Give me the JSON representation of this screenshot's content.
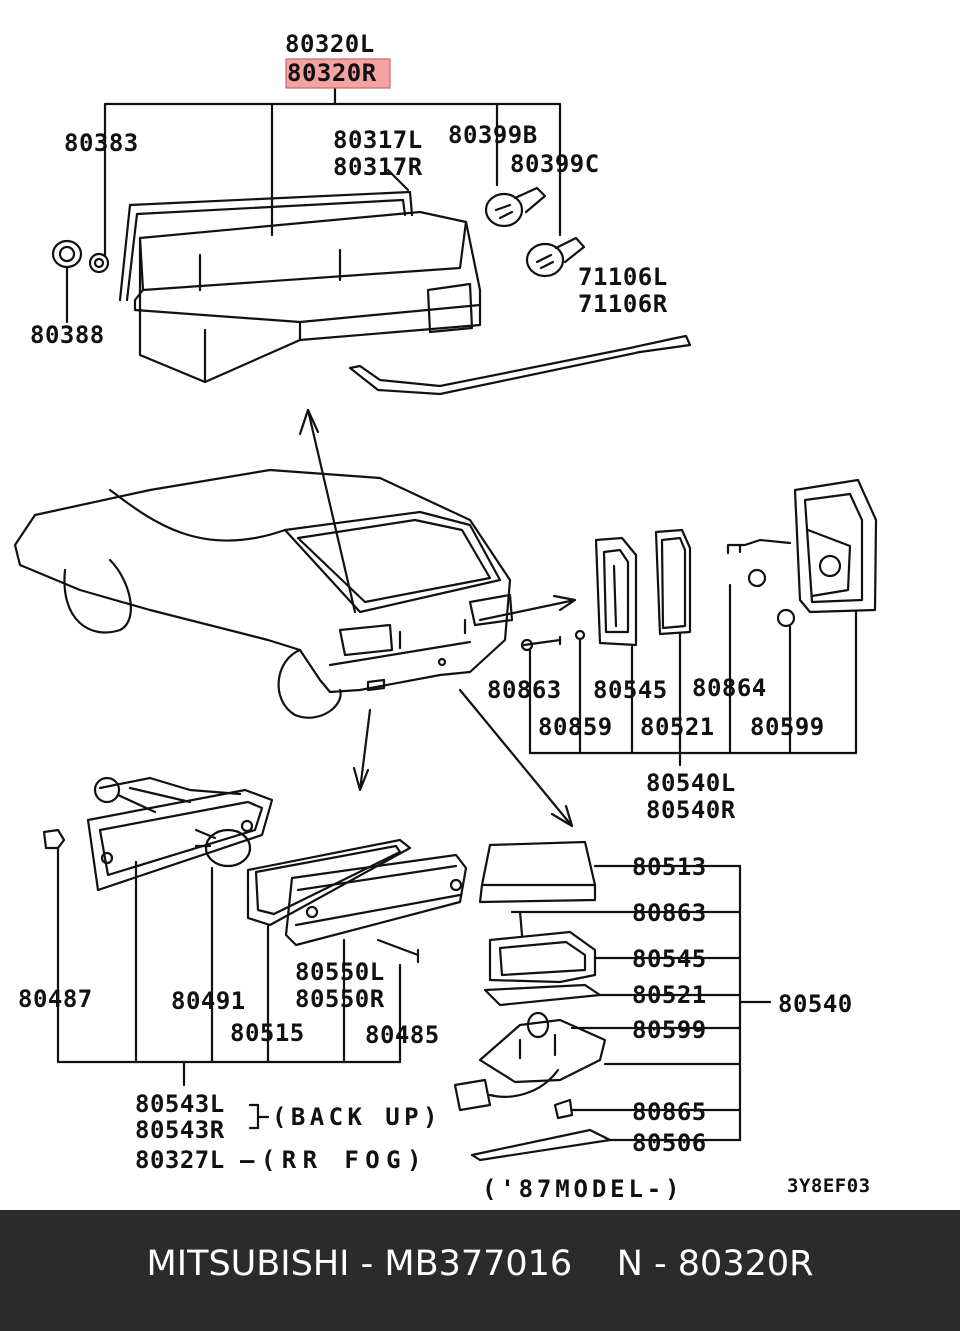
{
  "highlight_color": "#f4a3a3",
  "labels": {
    "p80320L": "80320L",
    "p80320R": "80320R",
    "p80383": "80383",
    "p80317L": "80317L",
    "p80317R": "80317R",
    "p80399B": "80399B",
    "p80399C": "80399C",
    "p71106L": "71106L",
    "p71106R": "71106R",
    "p80388": "80388",
    "p80863a": "80863",
    "p80545a": "80545",
    "p80864": "80864",
    "p80859": "80859",
    "p80521a": "80521",
    "p80599a": "80599",
    "p80540L": "80540L",
    "p80540R": "80540R",
    "p80513": "80513",
    "p80863b": "80863",
    "p80545b": "80545",
    "p80521b": "80521",
    "p80599b": "80599",
    "p80865": "80865",
    "p80506": "80506",
    "p80540": "80540",
    "p80487": "80487",
    "p80491": "80491",
    "p80550L": "80550L",
    "p80550R": "80550R",
    "p80515": "80515",
    "p80485": "80485",
    "p80543L": "80543L",
    "p80543R": "80543R",
    "p80327L": "80327L",
    "backup": "(BACK UP)",
    "rrfog": "—(RR FOG)",
    "model": "('87MODEL-)",
    "code": "3Y8EF03"
  },
  "footer": {
    "brand": "MITSUBISHI",
    "sep1": " - ",
    "part_number": "MB377016",
    "gap": "    ",
    "ref": "N - 80320R"
  }
}
